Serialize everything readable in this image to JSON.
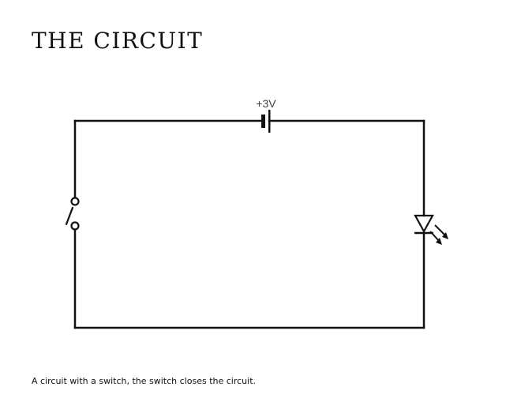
{
  "title": "THE CIRCUIT",
  "battery": {
    "voltage_label": "+3V"
  },
  "caption": "A circuit with a switch, the switch closes the circuit.",
  "colors": {
    "wire": "#111111",
    "background": "#ffffff"
  }
}
